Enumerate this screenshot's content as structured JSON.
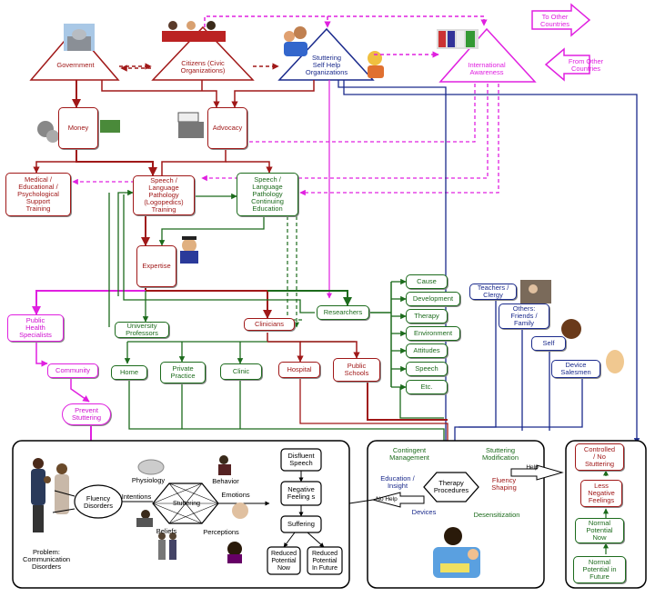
{
  "nodes": {
    "government": "Government",
    "citizens": "Citizens (Civic\nOrganizations)",
    "self_help": "Stuttering\nSelf Help\nOrganizations",
    "international": "International\nAwareness",
    "to_other": "To Other\nCountries",
    "from_other": "From Other\nCountries",
    "money": "Money",
    "advocacy": "Advocacy",
    "medical": "Medical /\nEducational /\nPsychological\nSupport\nTraining",
    "slp_training": "Speech /\nLanguage\nPathology\n(Logopedics)\nTraining",
    "slp_continuing": "Speech /\nLanguage\nPathology\nContinuing\nEducation",
    "expertise": "Expertise",
    "researchers": "Researchers",
    "clinicians": "Clinicians",
    "university": "University\nProfessors",
    "public_health": "Public\nHealth\nSpecialists",
    "community": "Community",
    "prevent": "Prevent\nStuttering",
    "home": "Home",
    "private_practice": "Private\nPractice",
    "clinic": "Clinic",
    "hospital": "Hospital",
    "public_schools": "Public\nSchools",
    "research_topics": [
      "Cause",
      "Development",
      "Therapy",
      "Environment",
      "Attitudes",
      "Speech",
      "Etc."
    ],
    "teachers": "Teachers /\nClergy",
    "others": "Others:\nFriends /\nFamily",
    "self": "Self",
    "device": "Device\nSalesmen"
  },
  "left_panel": {
    "physiology": "Physiology",
    "behavior": "Behavior",
    "intentions": "Intentions",
    "emotions": "Emotions",
    "beliefs": "Beliefs",
    "perceptions": "Perceptions",
    "fluency_disorders": "Fluency\nDisorders",
    "stuttering_center": "Stuttering",
    "problem": "Problem:\nCommunication\nDisorders",
    "disfluent": "Disfluent\nSpeech",
    "negative": "Negative\nFeeling s",
    "suffering": "Suffering",
    "reduced_now": "Reduced\nPotential\nNow",
    "reduced_future": "Reduced\nPotential\nIn Future"
  },
  "middle_panel": {
    "contingent": "Contingent\nManagement",
    "stuttering_mod": "Stuttering\nModification",
    "education": "Education /\nInsight",
    "fluency_shaping": "Fluency\nShaping",
    "therapy": "Therapy\nProcedures",
    "devices": "Devices",
    "desensitization": "Desensitization",
    "no_help": "No Help",
    "help": "Help"
  },
  "right_panel": {
    "controlled": "Controlled\n/ No\nStuttering",
    "less_negative": "Less\nNegative\nFeelings",
    "normal_now": "Normal\nPotential\nNow",
    "normal_future": "Normal\nPotential in\nFuture"
  },
  "colors": {
    "red": "#a01818",
    "green": "#1c6b1c",
    "blue": "#1a2a8c",
    "magenta": "#e020e0"
  }
}
